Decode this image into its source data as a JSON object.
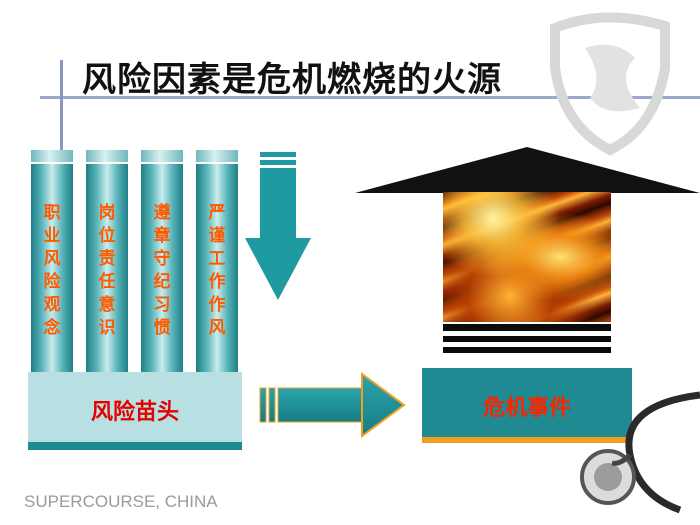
{
  "title": "风险因素是危机燃烧的火源",
  "pillars": [
    {
      "chars": [
        "职",
        "业",
        "风",
        "险",
        "观",
        "念"
      ]
    },
    {
      "chars": [
        "岗",
        "位",
        "责",
        "任",
        "意",
        "识"
      ]
    },
    {
      "chars": [
        "遵",
        "章",
        "守",
        "纪",
        "习",
        "惯"
      ]
    },
    {
      "chars": [
        "严",
        "谨",
        "工",
        "作",
        "作",
        "风"
      ]
    }
  ],
  "base_label": "风险苗头",
  "event_label": "危机事件",
  "brand": "SUPERCOURSE, CHINA",
  "colors": {
    "teal": "#1f8a92",
    "red": "#e60000",
    "orange": "#ff5a00",
    "arrow": "#1e9aa0"
  }
}
